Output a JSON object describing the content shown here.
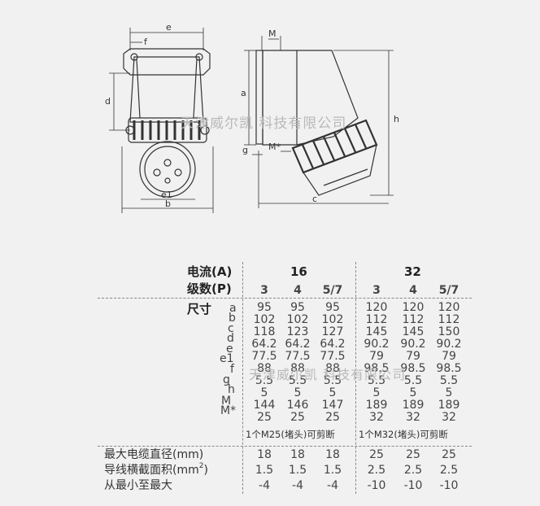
{
  "watermark": "天津威尔凯 科技有限公司",
  "watermark2": "天津威尔凯 科技有限公司",
  "drawing_labels": {
    "e": "e",
    "f": "f",
    "d": "d",
    "e1": "e1",
    "b": "b",
    "M": "M",
    "a": "a",
    "h": "h",
    "g": "g",
    "Mstar": "M*",
    "c": "c"
  },
  "table": {
    "current_label": "电流(A)",
    "poles_label": "级数(P)",
    "size_label": "尺寸",
    "groups": [
      "16",
      "32"
    ],
    "poles": [
      "3",
      "4",
      "5/7",
      "3",
      "4",
      "5/7"
    ],
    "dim_letters": [
      "a",
      "b",
      "c",
      "d",
      "e",
      "e1",
      "f",
      "g",
      "h",
      "M",
      "M*"
    ],
    "dims": [
      [
        "95",
        "95",
        "95",
        "120",
        "120",
        "120"
      ],
      [
        "102",
        "102",
        "102",
        "112",
        "112",
        "112"
      ],
      [
        "118",
        "123",
        "127",
        "145",
        "145",
        "150"
      ],
      [
        "64.2",
        "64.2",
        "64.2",
        "90.2",
        "90.2",
        "90.2"
      ],
      [
        "77.5",
        "77.5",
        "77.5",
        "79",
        "79",
        "79"
      ],
      [
        "88",
        "88",
        "88",
        "98.5",
        "98.5",
        "98.5"
      ],
      [
        "5.5",
        "5.5",
        "5.5",
        "5.5",
        "5.5",
        "5.5"
      ],
      [
        "5",
        "5",
        "5",
        "5",
        "5",
        "5"
      ],
      [
        "144",
        "146",
        "147",
        "189",
        "189",
        "189"
      ],
      [
        "25",
        "25",
        "25",
        "32",
        "32",
        "32"
      ]
    ],
    "note_16": "1个M25(堵头)可剪断",
    "note_32": "1个M32(堵头)可剪断",
    "cable_label": "最大电缆直径(mm)",
    "cable": [
      "18",
      "18",
      "18",
      "25",
      "25",
      "25"
    ],
    "section_label_main": "导线横截面积(mm",
    "section_label_sup": "2",
    "section_label_end": ")",
    "section": [
      "1.5",
      "1.5",
      "1.5",
      "2.5",
      "2.5",
      "2.5"
    ],
    "range_label": "从最小至最大",
    "range": [
      "-4",
      "-4",
      "-4",
      "-10",
      "-10",
      "-10"
    ]
  }
}
